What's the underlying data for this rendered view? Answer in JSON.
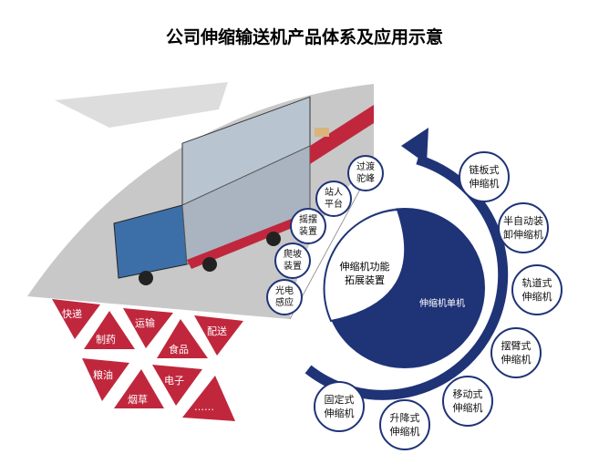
{
  "title": "公司伸缩输送机产品体系及应用示意",
  "center": {
    "extension": "伸缩机功能\n拓展装置",
    "single": "伸缩机单机"
  },
  "products": [
    "链板式\n伸缩机",
    "半自动装\n卸伸缩机",
    "轨道式\n伸缩机",
    "摆臂式\n伸缩机",
    "移动式\n伸缩机",
    "升降式\n伸缩机",
    "固定式\n伸缩机"
  ],
  "devices": [
    "过渡\n驼峰",
    "站人\n平台",
    "摇摆\n装置",
    "爬坡\n装置",
    "光电\n感应"
  ],
  "industries": [
    "快递",
    "制药",
    "运输",
    "食品",
    "配送",
    "粮油",
    "烟草",
    "电子",
    "……"
  ],
  "colors": {
    "navy": "#1f3377",
    "red": "#c0273d",
    "gray": "#c8c8c8"
  }
}
